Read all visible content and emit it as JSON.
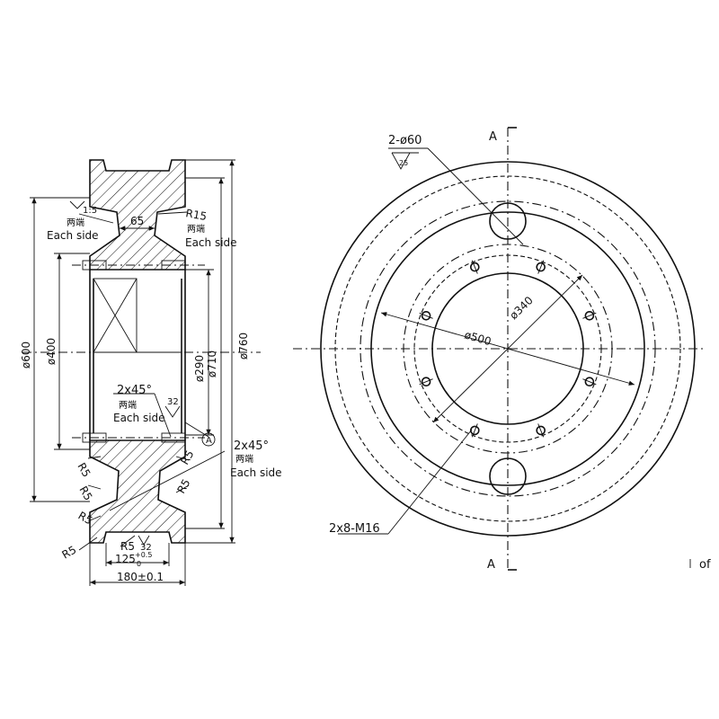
{
  "section_labels": {
    "top_left": "A",
    "bottom_left": "A",
    "datum": "A"
  },
  "dimensions": {
    "bore_hole_spec": "2-ø60",
    "surface_finish_25": "25",
    "thread_spec": "2x8-M16",
    "d500": "ø500",
    "d340": "ø340",
    "d600": "ø600",
    "d400": "ø400",
    "d290": "ø290",
    "d710": "ø710",
    "d760": "ø760",
    "w65": "65",
    "w125": "125",
    "w125_tol": "+0.5",
    "w125_tol2": "0",
    "w180": "180±0.1",
    "taper": "1:5",
    "r15": "R15",
    "r5": "R5",
    "cham1": "2x45°",
    "cham2": "2x45°",
    "finish_32a": "32",
    "finish_32b": "32"
  },
  "notes": {
    "both_ends_cn": "两端",
    "each_side_en": "Each side"
  },
  "stray_text": "of"
}
